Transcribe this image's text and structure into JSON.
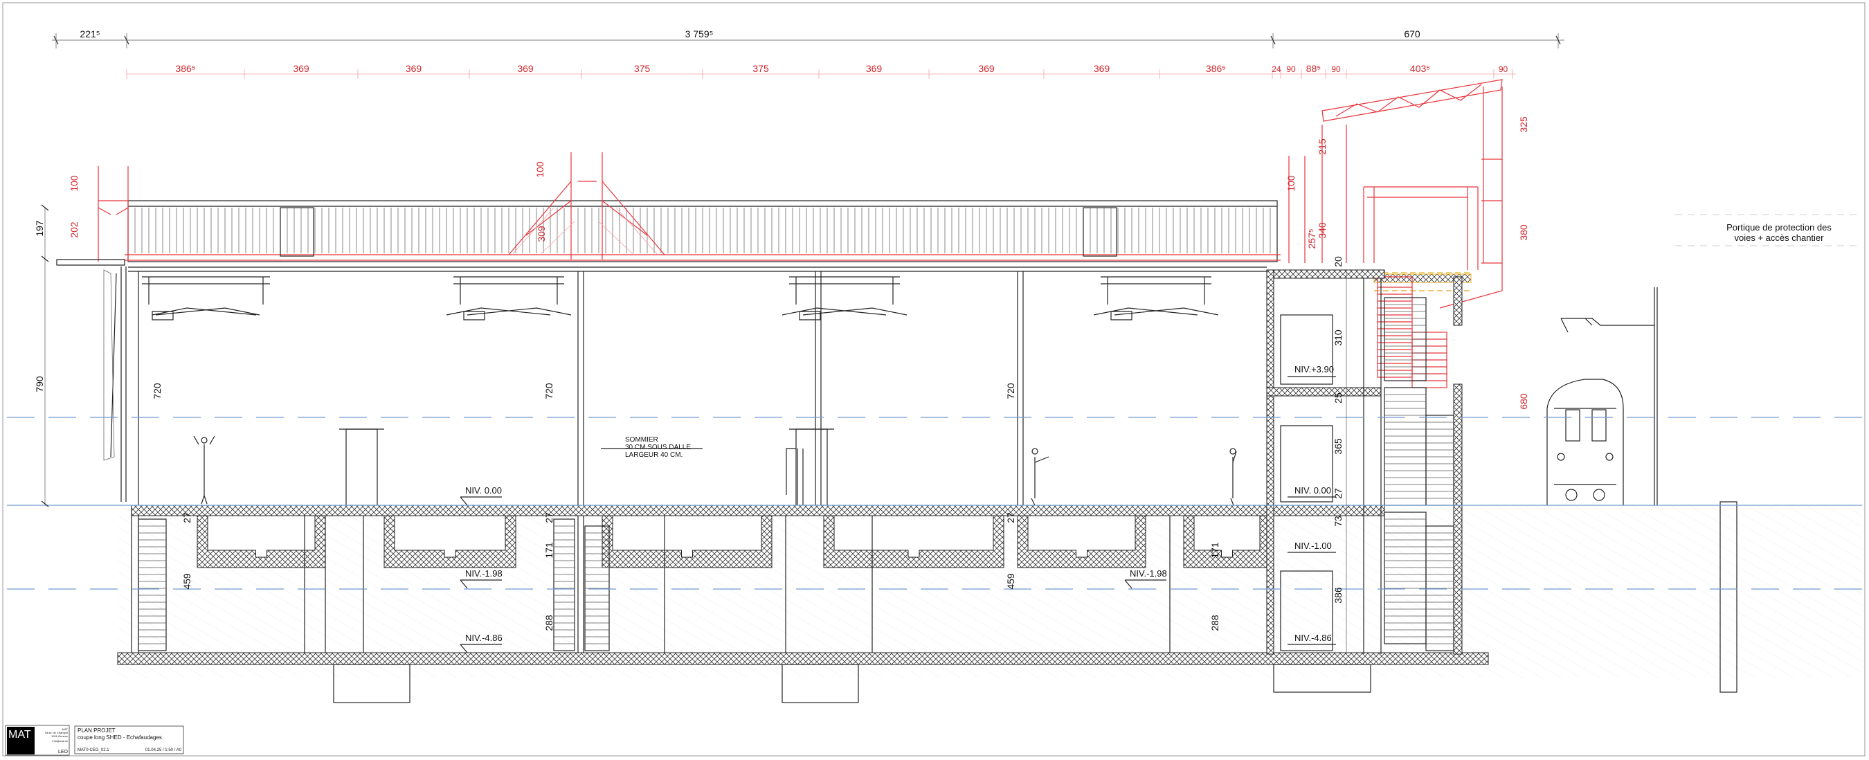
{
  "drawing": {
    "overall_dims": {
      "left": "221⁵",
      "main": "3 759⁵",
      "right": "670"
    },
    "red_dims_top": [
      "386⁵",
      "369",
      "369",
      "369",
      "375",
      "375",
      "369",
      "369",
      "369",
      "386⁵",
      "24",
      "90",
      "88⁵",
      "90",
      "403⁵",
      "90"
    ],
    "left_dims": {
      "d197": "197",
      "d790": "790",
      "r100": "100",
      "r202": "202"
    },
    "scaffold_dims": {
      "r100a": "100",
      "r309": "309",
      "r100b": "100",
      "r257": "257⁵",
      "r340": "340",
      "r215": "215",
      "r325": "325",
      "r380": "380",
      "r680": "680"
    },
    "heights": {
      "h720": "720",
      "h27": "27",
      "h171": "171",
      "h459": "459",
      "h288": "288"
    },
    "right_block_dims": [
      "20",
      "310",
      "25",
      "365",
      "27",
      "73",
      "386"
    ],
    "levels": {
      "niv_000": "NIV. 0.00",
      "niv_m198": "NIV.-1.98",
      "niv_m486": "NIV.-4.86",
      "niv_m100": "NIV.-1.00",
      "niv_p390": "NIV.+3.90"
    },
    "annotations": {
      "sommier": [
        "SOMMIER",
        "30 CM.SOUS DALLE",
        "LARGEUR 40 CM."
      ],
      "portique": [
        "Portique de protection des",
        "voies + accès chantier"
      ]
    }
  },
  "title_block": {
    "logo": "MAT",
    "address": [
      "MAT",
      "43 av. de Champel",
      "1206 Genève",
      "info@mat.ch"
    ],
    "author": "LEO",
    "title": "PLAN PROJET",
    "subtitle": "coupe long SHED - Echafaudages",
    "reference": "MAT0-CEG_02.1",
    "date_scale": "01.04.25 / 1:50 / A0"
  },
  "colors": {
    "scaffold": "#e8343a",
    "structure": "#222222",
    "water_level": "#6f9bd1"
  }
}
